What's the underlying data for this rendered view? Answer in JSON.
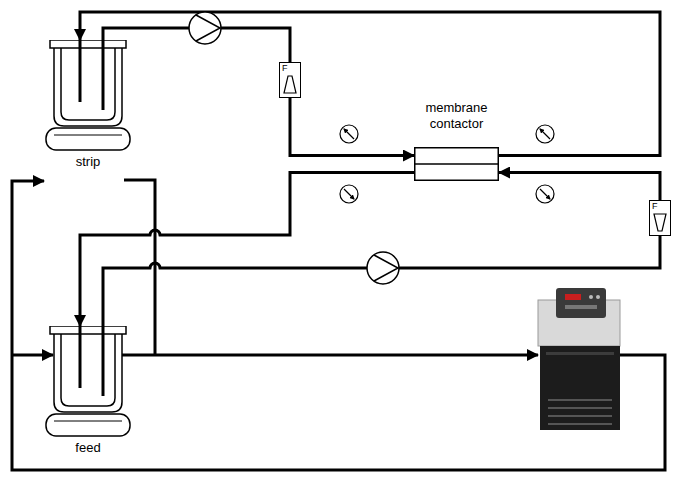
{
  "diagram": {
    "nodes": [
      {
        "text": [
          "strip"
        ]
      },
      {
        "text": [
          "F"
        ]
      },
      {
        "text": [
          "membrane contactor"
        ]
      },
      {
        "text": [
          "F"
        ]
      },
      {
        "text": [
          "feed"
        ]
      }
    ],
    "edges": [
      {
        "from": 0,
        "to": 1,
        "arrow": "none"
      },
      {
        "from": 1,
        "to": 2,
        "arrow": "to"
      },
      {
        "from": 2,
        "to": 0,
        "arrow": "to"
      },
      {
        "from": 4,
        "to": 3,
        "arrow": "none"
      },
      {
        "from": 3,
        "to": 2,
        "arrow": "to"
      },
      {
        "from": 2,
        "to": 4,
        "arrow": "to"
      }
    ]
  }
}
